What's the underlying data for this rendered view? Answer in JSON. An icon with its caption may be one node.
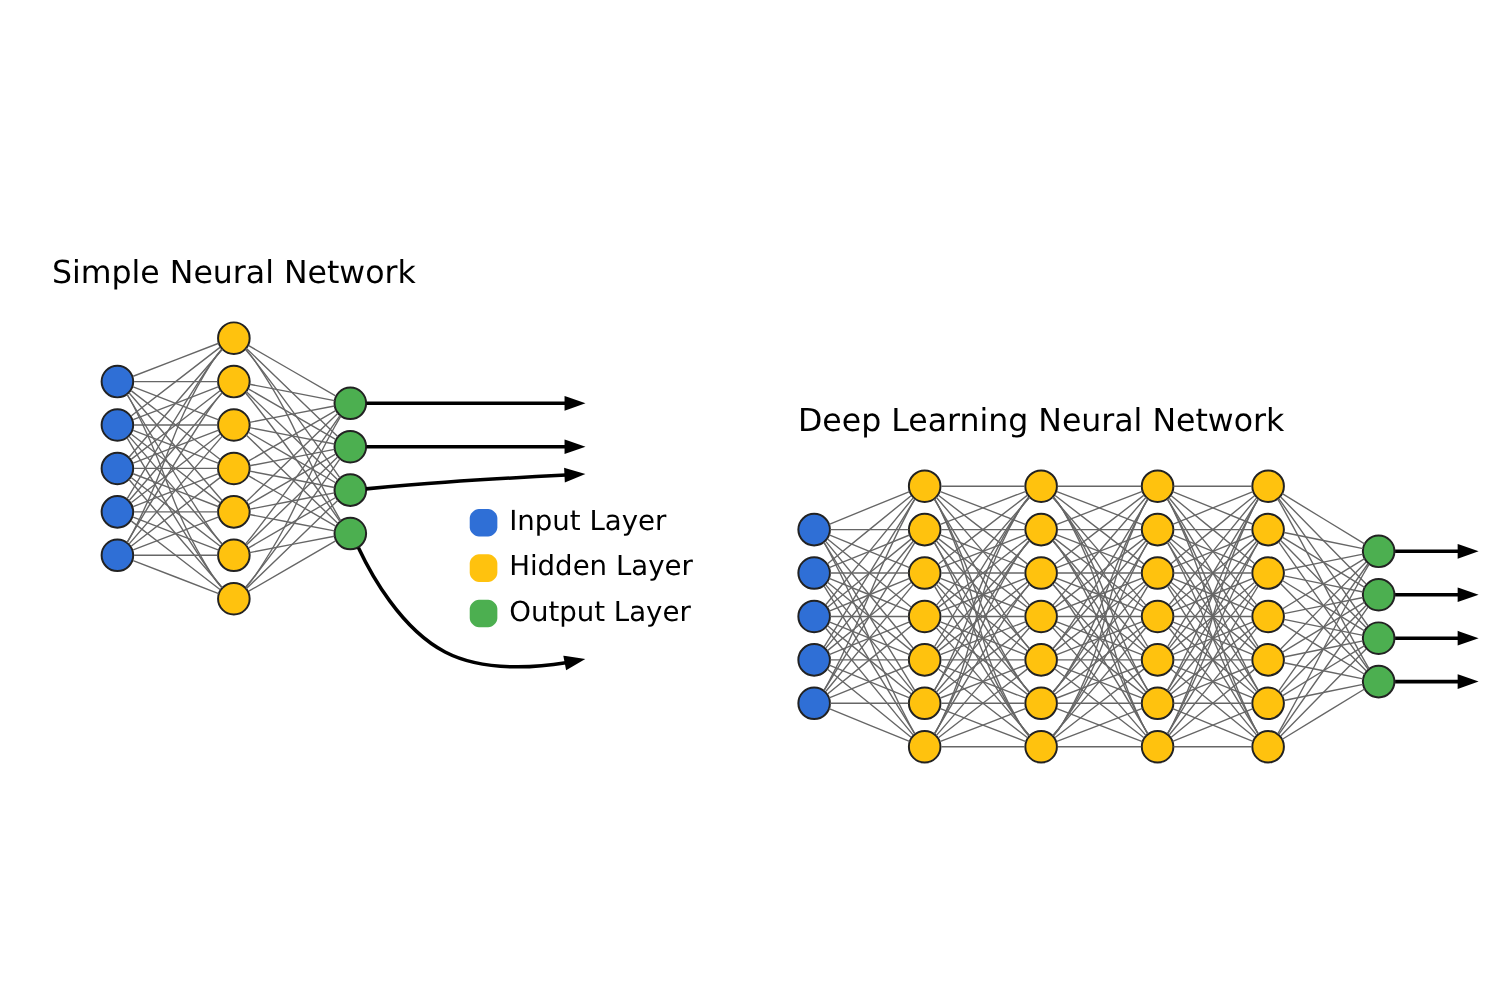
{
  "diagram": {
    "nodes": [
      {
        "text": [],
        "shape": "circle"
      },
      {
        "text": [],
        "shape": "circle"
      },
      {
        "text": [],
        "shape": "circle"
      },
      {
        "text": [],
        "shape": "circle"
      },
      {
        "text": [],
        "shape": "circle"
      },
      {
        "text": [],
        "shape": "circle"
      },
      {
        "text": [],
        "shape": "circle"
      },
      {
        "text": [],
        "shape": "circle"
      },
      {
        "text": [],
        "shape": "circle"
      },
      {
        "text": [],
        "shape": "circle"
      },
      {
        "text": [],
        "shape": "circle"
      },
      {
        "text": [],
        "shape": "circle"
      },
      {
        "text": [],
        "shape": "circle"
      },
      {
        "text": [],
        "shape": "circle"
      },
      {
        "text": [],
        "shape": "circle"
      },
      {
        "text": [],
        "shape": "circle"
      },
      {
        "text": [],
        "shape": "circle"
      },
      {
        "text": [],
        "shape": "circle"
      },
      {
        "text": [],
        "shape": "circle"
      },
      {
        "text": [],
        "shape": "circle"
      },
      {
        "text": [],
        "shape": "circle"
      },
      {
        "text": [],
        "shape": "circle"
      },
      {
        "text": [],
        "shape": "circle"
      },
      {
        "text": [],
        "shape": "circle"
      },
      {
        "text": [],
        "shape": "circle"
      },
      {
        "text": [],
        "shape": "circle"
      },
      {
        "text": [],
        "shape": "circle"
      },
      {
        "text": [],
        "shape": "circle"
      },
      {
        "text": [],
        "shape": "circle"
      },
      {
        "text": [],
        "shape": "circle"
      },
      {
        "text": [],
        "shape": "circle"
      },
      {
        "text": [],
        "shape": "circle"
      },
      {
        "text": [],
        "shape": "circle"
      },
      {
        "text": [],
        "shape": "circle"
      },
      {
        "text": [],
        "shape": "circle"
      },
      {
        "text": [],
        "shape": "circle"
      },
      {
        "text": [],
        "shape": "circle"
      },
      {
        "text": [],
        "shape": "circle"
      },
      {
        "text": [],
        "shape": "circle"
      },
      {
        "text": [],
        "shape": "circle"
      },
      {
        "text": [],
        "shape": "circle"
      },
      {
        "text": [],
        "shape": "circle"
      },
      {
        "text": [],
        "shape": "circle"
      },
      {
        "text": [],
        "shape": "circle"
      },
      {
        "text": [],
        "shape": "circle"
      },
      {
        "text": [],
        "shape": "circle"
      },
      {
        "text": [],
        "shape": "circle"
      },
      {
        "text": [],
        "shape": "circle"
      },
      {
        "text": [],
        "shape": "circle"
      },
      {
        "text": [],
        "shape": "circle"
      },
      {
        "text": [],
        "shape": "circle"
      },
      {
        "text": [],
        "shape": "circle"
      },
      {
        "text": [],
        "shape": "circle"
      }
    ],
    "edges": [
      {
        "from": 0,
        "to": 5,
        "arrow": "none"
      },
      {
        "from": 0,
        "to": 6,
        "arrow": "none"
      },
      {
        "from": 0,
        "to": 7,
        "arrow": "none"
      },
      {
        "from": 0,
        "to": 8,
        "arrow": "none"
      },
      {
        "from": 0,
        "to": 9,
        "arrow": "none"
      },
      {
        "from": 0,
        "to": 10,
        "arrow": "none"
      },
      {
        "from": 0,
        "to": 11,
        "arrow": "none"
      },
      {
        "from": 1,
        "to": 5,
        "arrow": "none"
      },
      {
        "from": 1,
        "to": 6,
        "arrow": "none"
      },
      {
        "from": 1,
        "to": 7,
        "arrow": "none"
      },
      {
        "from": 1,
        "to": 8,
        "arrow": "none"
      },
      {
        "from": 1,
        "to": 9,
        "arrow": "none"
      },
      {
        "from": 1,
        "to": 10,
        "arrow": "none"
      },
      {
        "from": 1,
        "to": 11,
        "arrow": "none"
      },
      {
        "from": 2,
        "to": 5,
        "arrow": "none"
      },
      {
        "from": 2,
        "to": 6,
        "arrow": "none"
      },
      {
        "from": 2,
        "to": 7,
        "arrow": "none"
      },
      {
        "from": 2,
        "to": 8,
        "arrow": "none"
      },
      {
        "from": 2,
        "to": 9,
        "arrow": "none"
      },
      {
        "from": 2,
        "to": 10,
        "arrow": "none"
      },
      {
        "from": 2,
        "to": 11,
        "arrow": "none"
      },
      {
        "from": 3,
        "to": 5,
        "arrow": "none"
      },
      {
        "from": 3,
        "to": 6,
        "arrow": "none"
      },
      {
        "from": 3,
        "to": 7,
        "arrow": "none"
      },
      {
        "from": 3,
        "to": 8,
        "arrow": "none"
      },
      {
        "from": 3,
        "to": 9,
        "arrow": "none"
      },
      {
        "from": 3,
        "to": 10,
        "arrow": "none"
      },
      {
        "from": 3,
        "to": 11,
        "arrow": "none"
      },
      {
        "from": 4,
        "to": 5,
        "arrow": "none"
      },
      {
        "from": 4,
        "to": 6,
        "arrow": "none"
      },
      {
        "from": 4,
        "to": 7,
        "arrow": "none"
      },
      {
        "from": 4,
        "to": 8,
        "arrow": "none"
      },
      {
        "from": 4,
        "to": 9,
        "arrow": "none"
      },
      {
        "from": 4,
        "to": 10,
        "arrow": "none"
      },
      {
        "from": 4,
        "to": 11,
        "arrow": "none"
      },
      {
        "from": 5,
        "to": 12,
        "arrow": "none"
      },
      {
        "from": 5,
        "to": 13,
        "arrow": "none"
      },
      {
        "from": 5,
        "to": 14,
        "arrow": "none"
      },
      {
        "from": 5,
        "to": 15,
        "arrow": "none"
      },
      {
        "from": 6,
        "to": 12,
        "arrow": "none"
      },
      {
        "from": 6,
        "to": 13,
        "arrow": "none"
      },
      {
        "from": 6,
        "to": 14,
        "arrow": "none"
      },
      {
        "from": 6,
        "to": 15,
        "arrow": "none"
      },
      {
        "from": 7,
        "to": 12,
        "arrow": "none"
      },
      {
        "from": 7,
        "to": 13,
        "arrow": "none"
      },
      {
        "from": 7,
        "to": 14,
        "arrow": "none"
      },
      {
        "from": 7,
        "to": 15,
        "arrow": "none"
      },
      {
        "from": 8,
        "to": 12,
        "arrow": "none"
      },
      {
        "from": 8,
        "to": 13,
        "arrow": "none"
      },
      {
        "from": 8,
        "to": 14,
        "arrow": "none"
      },
      {
        "from": 8,
        "to": 15,
        "arrow": "none"
      },
      {
        "from": 9,
        "to": 12,
        "arrow": "none"
      },
      {
        "from": 9,
        "to": 13,
        "arrow": "none"
      },
      {
        "from": 9,
        "to": 14,
        "arrow": "none"
      },
      {
        "from": 9,
        "to": 15,
        "arrow": "none"
      },
      {
        "from": 10,
        "to": 12,
        "arrow": "none"
      },
      {
        "from": 10,
        "to": 13,
        "arrow": "none"
      },
      {
        "from": 10,
        "to": 14,
        "arrow": "none"
      },
      {
        "from": 10,
        "to": 15,
        "arrow": "none"
      },
      {
        "from": 11,
        "to": 12,
        "arrow": "none"
      },
      {
        "from": 11,
        "to": 13,
        "arrow": "none"
      },
      {
        "from": 11,
        "to": 14,
        "arrow": "none"
      },
      {
        "from": 11,
        "to": 15,
        "arrow": "none"
      },
      {
        "from": 12,
        "to": null,
        "arrow": "to",
        "color": "#000000"
      },
      {
        "from": 13,
        "to": null,
        "arrow": "to",
        "color": "#000000"
      },
      {
        "from": 14,
        "to": null,
        "arrow": "to",
        "color": "#000000"
      },
      {
        "from": 15,
        "to": null,
        "arrow": "to",
        "color": "#000000"
      },
      {
        "from": 16,
        "to": 21,
        "arrow": "none"
      },
      {
        "from": 16,
        "to": 22,
        "arrow": "none"
      },
      {
        "from": 16,
        "to": 23,
        "arrow": "none"
      },
      {
        "from": 16,
        "to": 24,
        "arrow": "none"
      },
      {
        "from": 16,
        "to": 25,
        "arrow": "none"
      },
      {
        "from": 16,
        "to": 26,
        "arrow": "none"
      },
      {
        "from": 16,
        "to": 27,
        "arrow": "none"
      },
      {
        "from": 17,
        "to": 21,
        "arrow": "none"
      },
      {
        "from": 17,
        "to": 22,
        "arrow": "none"
      },
      {
        "from": 17,
        "to": 23,
        "arrow": "none"
      },
      {
        "from": 17,
        "to": 24,
        "arrow": "none"
      },
      {
        "from": 17,
        "to": 25,
        "arrow": "none"
      },
      {
        "from": 17,
        "to": 26,
        "arrow": "none"
      },
      {
        "from": 17,
        "to": 27,
        "arrow": "none"
      },
      {
        "from": 18,
        "to": 21,
        "arrow": "none"
      },
      {
        "from": 18,
        "to": 22,
        "arrow": "none"
      },
      {
        "from": 18,
        "to": 23,
        "arrow": "none"
      },
      {
        "from": 18,
        "to": 24,
        "arrow": "none"
      },
      {
        "from": 18,
        "to": 25,
        "arrow": "none"
      },
      {
        "from": 18,
        "to": 26,
        "arrow": "none"
      },
      {
        "from": 18,
        "to": 27,
        "arrow": "none"
      },
      {
        "from": 19,
        "to": 21,
        "arrow": "none"
      },
      {
        "from": 19,
        "to": 22,
        "arrow": "none"
      },
      {
        "from": 19,
        "to": 23,
        "arrow": "none"
      },
      {
        "from": 19,
        "to": 24,
        "arrow": "none"
      },
      {
        "from": 19,
        "to": 25,
        "arrow": "none"
      },
      {
        "from": 19,
        "to": 26,
        "arrow": "none"
      },
      {
        "from": 19,
        "to": 27,
        "arrow": "none"
      },
      {
        "from": 20,
        "to": 21,
        "arrow": "none"
      },
      {
        "from": 20,
        "to": 22,
        "arrow": "none"
      },
      {
        "from": 20,
        "to": 23,
        "arrow": "none"
      },
      {
        "from": 20,
        "to": 24,
        "arrow": "none"
      },
      {
        "from": 20,
        "to": 25,
        "arrow": "none"
      },
      {
        "from": 20,
        "to": 26,
        "arrow": "none"
      },
      {
        "from": 20,
        "to": 27,
        "arrow": "none"
      },
      {
        "from": 21,
        "to": 28,
        "arrow": "none"
      },
      {
        "from": 21,
        "to": 29,
        "arrow": "none"
      },
      {
        "from": 21,
        "to": 30,
        "arrow": "none"
      },
      {
        "from": 21,
        "to": 31,
        "arrow": "none"
      },
      {
        "from": 21,
        "to": 32,
        "arrow": "none"
      },
      {
        "from": 21,
        "to": 33,
        "arrow": "none"
      },
      {
        "from": 21,
        "to": 34,
        "arrow": "none"
      },
      {
        "from": 22,
        "to": 28,
        "arrow": "none"
      },
      {
        "from": 22,
        "to": 29,
        "arrow": "none"
      },
      {
        "from": 22,
        "to": 30,
        "arrow": "none"
      },
      {
        "from": 22,
        "to": 31,
        "arrow": "none"
      },
      {
        "from": 22,
        "to": 32,
        "arrow": "none"
      },
      {
        "from": 22,
        "to": 33,
        "arrow": "none"
      },
      {
        "from": 22,
        "to": 34,
        "arrow": "none"
      },
      {
        "from": 23,
        "to": 28,
        "arrow": "none"
      },
      {
        "from": 23,
        "to": 29,
        "arrow": "none"
      },
      {
        "from": 23,
        "to": 30,
        "arrow": "none"
      },
      {
        "from": 23,
        "to": 31,
        "arrow": "none"
      },
      {
        "from": 23,
        "to": 32,
        "arrow": "none"
      },
      {
        "from": 23,
        "to": 33,
        "arrow": "none"
      },
      {
        "from": 23,
        "to": 34,
        "arrow": "none"
      },
      {
        "from": 24,
        "to": 28,
        "arrow": "none"
      },
      {
        "from": 24,
        "to": 29,
        "arrow": "none"
      },
      {
        "from": 24,
        "to": 30,
        "arrow": "none"
      },
      {
        "from": 24,
        "to": 31,
        "arrow": "none"
      },
      {
        "from": 24,
        "to": 32,
        "arrow": "none"
      },
      {
        "from": 24,
        "to": 33,
        "arrow": "none"
      },
      {
        "from": 24,
        "to": 34,
        "arrow": "none"
      },
      {
        "from": 25,
        "to": 28,
        "arrow": "none"
      },
      {
        "from": 25,
        "to": 29,
        "arrow": "none"
      },
      {
        "from": 25,
        "to": 30,
        "arrow": "none"
      },
      {
        "from": 25,
        "to": 31,
        "arrow": "none"
      },
      {
        "from": 25,
        "to": 32,
        "arrow": "none"
      },
      {
        "from": 25,
        "to": 33,
        "arrow": "none"
      },
      {
        "from": 25,
        "to": 34,
        "arrow": "none"
      },
      {
        "from": 26,
        "to": 28,
        "arrow": "none"
      },
      {
        "from": 26,
        "to": 29,
        "arrow": "none"
      },
      {
        "from": 26,
        "to": 30,
        "arrow": "none"
      },
      {
        "from": 26,
        "to": 31,
        "arrow": "none"
      },
      {
        "from": 26,
        "to": 32,
        "arrow": "none"
      },
      {
        "from": 26,
        "to": 33,
        "arrow": "none"
      },
      {
        "from": 26,
        "to": 34,
        "arrow": "none"
      },
      {
        "from": 27,
        "to": 28,
        "arrow": "none"
      },
      {
        "from": 27,
        "to": 29,
        "arrow": "none"
      },
      {
        "from": 27,
        "to": 30,
        "arrow": "none"
      },
      {
        "from": 27,
        "to": 31,
        "arrow": "none"
      },
      {
        "from": 27,
        "to": 32,
        "arrow": "none"
      },
      {
        "from": 27,
        "to": 33,
        "arrow": "none"
      },
      {
        "from": 27,
        "to": 34,
        "arrow": "none"
      },
      {
        "from": 28,
        "to": 35,
        "arrow": "none"
      },
      {
        "from": 28,
        "to": 36,
        "arrow": "none"
      },
      {
        "from": 28,
        "to": 37,
        "arrow": "none"
      },
      {
        "from": 28,
        "to": 38,
        "arrow": "none"
      },
      {
        "from": 28,
        "to": 39,
        "arrow": "none"
      },
      {
        "from": 28,
        "to": 40,
        "arrow": "none"
      },
      {
        "from": 28,
        "to": 41,
        "arrow": "none"
      },
      {
        "from": 29,
        "to": 35,
        "arrow": "none"
      },
      {
        "from": 29,
        "to": 36,
        "arrow": "none"
      },
      {
        "from": 29,
        "to": 37,
        "arrow": "none"
      },
      {
        "from": 29,
        "to": 38,
        "arrow": "none"
      },
      {
        "from": 29,
        "to": 39,
        "arrow": "none"
      },
      {
        "from": 29,
        "to": 40,
        "arrow": "none"
      },
      {
        "from": 29,
        "to": 41,
        "arrow": "none"
      },
      {
        "from": 30,
        "to": 35,
        "arrow": "none"
      },
      {
        "from": 30,
        "to": 36,
        "arrow": "none"
      },
      {
        "from": 30,
        "to": 37,
        "arrow": "none"
      },
      {
        "from": 30,
        "to": 38,
        "arrow": "none"
      },
      {
        "from": 30,
        "to": 39,
        "arrow": "none"
      },
      {
        "from": 30,
        "to": 40,
        "arrow": "none"
      },
      {
        "from": 30,
        "to": 41,
        "arrow": "none"
      },
      {
        "from": 31,
        "to": 35,
        "arrow": "none"
      },
      {
        "from": 31,
        "to": 36,
        "arrow": "none"
      },
      {
        "from": 31,
        "to": 37,
        "arrow": "none"
      },
      {
        "from": 31,
        "to": 38,
        "arrow": "none"
      },
      {
        "from": 31,
        "to": 39,
        "arrow": "none"
      },
      {
        "from": 31,
        "to": 40,
        "arrow": "none"
      },
      {
        "from": 31,
        "to": 41,
        "arrow": "none"
      },
      {
        "from": 32,
        "to": 35,
        "arrow": "none"
      },
      {
        "from": 32,
        "to": 36,
        "arrow": "none"
      },
      {
        "from": 32,
        "to": 37,
        "arrow": "none"
      },
      {
        "from": 32,
        "to": 38,
        "arrow": "none"
      },
      {
        "from": 32,
        "to": 39,
        "arrow": "none"
      },
      {
        "from": 32,
        "to": 40,
        "arrow": "none"
      },
      {
        "from": 32,
        "to": 41,
        "arrow": "none"
      },
      {
        "from": 33,
        "to": 35,
        "arrow": "none"
      },
      {
        "from": 33,
        "to": 36,
        "arrow": "none"
      },
      {
        "from": 33,
        "to": 37,
        "arrow": "none"
      },
      {
        "from": 33,
        "to": 38,
        "arrow": "none"
      },
      {
        "from": 33,
        "to": 39,
        "arrow": "none"
      },
      {
        "from": 33,
        "to": 40,
        "arrow": "none"
      },
      {
        "from": 33,
        "to": 41,
        "arrow": "none"
      },
      {
        "from": 34,
        "to": 35,
        "arrow": "none"
      },
      {
        "from": 34,
        "to": 36,
        "arrow": "none"
      },
      {
        "from": 34,
        "to": 37,
        "arrow": "none"
      },
      {
        "from": 34,
        "to": 38,
        "arrow": "none"
      },
      {
        "from": 34,
        "to": 39,
        "arrow": "none"
      },
      {
        "from": 34,
        "to": 40,
        "arrow": "none"
      },
      {
        "from": 34,
        "to": 41,
        "arrow": "none"
      },
      {
        "from": 35,
        "to": 42,
        "arrow": "none"
      },
      {
        "from": 35,
        "to": 43,
        "arrow": "none"
      },
      {
        "from": 35,
        "to": 44,
        "arrow": "none"
      },
      {
        "from": 35,
        "to": 45,
        "arrow": "none"
      },
      {
        "from": 35,
        "to": 46,
        "arrow": "none"
      },
      {
        "from": 35,
        "to": 47,
        "arrow": "none"
      },
      {
        "from": 35,
        "to": 48,
        "arrow": "none"
      },
      {
        "from": 36,
        "to": 42,
        "arrow": "none"
      },
      {
        "from": 36,
        "to": 43,
        "arrow": "none"
      },
      {
        "from": 36,
        "to": 44,
        "arrow": "none"
      },
      {
        "from": 36,
        "to": 45,
        "arrow": "none"
      },
      {
        "from": 36,
        "to": 46,
        "arrow": "none"
      },
      {
        "from": 36,
        "to": 47,
        "arrow": "none"
      },
      {
        "from": 36,
        "to": 48,
        "arrow": "none"
      },
      {
        "from": 37,
        "to": 42,
        "arrow": "none"
      },
      {
        "from": 37,
        "to": 43,
        "arrow": "none"
      },
      {
        "from": 37,
        "to": 44,
        "arrow": "none"
      },
      {
        "from": 37,
        "to": 45,
        "arrow": "none"
      },
      {
        "from": 37,
        "to": 46,
        "arrow": "none"
      },
      {
        "from": 37,
        "to": 47,
        "arrow": "none"
      },
      {
        "from": 37,
        "to": 48,
        "arrow": "none"
      },
      {
        "from": 38,
        "to": 42,
        "arrow": "none"
      },
      {
        "from": 38,
        "to": 43,
        "arrow": "none"
      },
      {
        "from": 38,
        "to": 44,
        "arrow": "none"
      },
      {
        "from": 38,
        "to": 45,
        "arrow": "none"
      },
      {
        "from": 38,
        "to": 46,
        "arrow": "none"
      },
      {
        "from": 38,
        "to": 47,
        "arrow": "none"
      },
      {
        "from": 38,
        "to": 48,
        "arrow": "none"
      },
      {
        "from": 39,
        "to": 42,
        "arrow": "none"
      },
      {
        "from": 39,
        "to": 43,
        "arrow": "none"
      },
      {
        "from": 39,
        "to": 44,
        "arrow": "none"
      },
      {
        "from": 39,
        "to": 45,
        "arrow": "none"
      },
      {
        "from": 39,
        "to": 46,
        "arrow": "none"
      },
      {
        "from": 39,
        "to": 47,
        "arrow": "none"
      },
      {
        "from": 39,
        "to": 48,
        "arrow": "none"
      },
      {
        "from": 40,
        "to": 42,
        "arrow": "none"
      },
      {
        "from": 40,
        "to": 43,
        "arrow": "none"
      },
      {
        "from": 40,
        "to": 44,
        "arrow": "none"
      },
      {
        "from": 40,
        "to": 45,
        "arrow": "none"
      },
      {
        "from": 40,
        "to": 46,
        "arrow": "none"
      },
      {
        "from": 40,
        "to": 47,
        "arrow": "none"
      },
      {
        "from": 40,
        "to": 48,
        "arrow": "none"
      },
      {
        "from": 41,
        "to": 42,
        "arrow": "none"
      },
      {
        "from": 41,
        "to": 43,
        "arrow": "none"
      },
      {
        "from": 41,
        "to": 44,
        "arrow": "none"
      },
      {
        "from": 41,
        "to": 45,
        "arrow": "none"
      },
      {
        "from": 41,
        "to": 46,
        "arrow": "none"
      },
      {
        "from": 41,
        "to": 47,
        "arrow": "none"
      },
      {
        "from": 41,
        "to": 48,
        "arrow": "none"
      },
      {
        "from": 42,
        "to": 49,
        "arrow": "none"
      },
      {
        "from": 42,
        "to": 50,
        "arrow": "none"
      },
      {
        "from": 42,
        "to": 51,
        "arrow": "none"
      },
      {
        "from": 42,
        "to": 52,
        "arrow": "none"
      },
      {
        "from": 43,
        "to": 49,
        "arrow": "none"
      },
      {
        "from": 43,
        "to": 50,
        "arrow": "none"
      },
      {
        "from": 43,
        "to": 51,
        "arrow": "none"
      },
      {
        "from": 43,
        "to": 52,
        "arrow": "none"
      },
      {
        "from": 44,
        "to": 49,
        "arrow": "none"
      },
      {
        "from": 44,
        "to": 50,
        "arrow": "none"
      },
      {
        "from": 44,
        "to": 51,
        "arrow": "none"
      },
      {
        "from": 44,
        "to": 52,
        "arrow": "none"
      },
      {
        "from": 45,
        "to": 49,
        "arrow": "none"
      },
      {
        "from": 45,
        "to": 50,
        "arrow": "none"
      },
      {
        "from": 45,
        "to": 51,
        "arrow": "none"
      },
      {
        "from": 45,
        "to": 52,
        "arrow": "none"
      },
      {
        "from": 46,
        "to": 49,
        "arrow": "none"
      },
      {
        "from": 46,
        "to": 50,
        "arrow": "none"
      },
      {
        "from": 46,
        "to": 51,
        "arrow": "none"
      },
      {
        "from": 46,
        "to": 52,
        "arrow": "none"
      },
      {
        "from": 47,
        "to": 49,
        "arrow": "none"
      },
      {
        "from": 47,
        "to": 50,
        "arrow": "none"
      },
      {
        "from": 47,
        "to": 51,
        "arrow": "none"
      },
      {
        "from": 47,
        "to": 52,
        "arrow": "none"
      },
      {
        "from": 48,
        "to": 49,
        "arrow": "none"
      },
      {
        "from": 48,
        "to": 50,
        "arrow": "none"
      },
      {
        "from": 48,
        "to": 51,
        "arrow": "none"
      },
      {
        "from": 48,
        "to": 52,
        "arrow": "none"
      },
      {
        "from": 49,
        "to": null,
        "arrow": "to",
        "color": "#000000"
      },
      {
        "from": 50,
        "to": null,
        "arrow": "to",
        "color": "#000000"
      },
      {
        "from": 51,
        "to": null,
        "arrow": "to",
        "color": "#000000"
      },
      {
        "from": 52,
        "to": null,
        "arrow": "to",
        "color": "#000000"
      }
    ],
    "labels": [
      "Simple Neural Network",
      "Deep Learning Neural Network"
    ],
    "legend": [
      {
        "text": "Input Layer",
        "color": "#2f6fd6"
      },
      {
        "text": "Hidden Layer",
        "color": "#ffc20e"
      },
      {
        "text": "Output Layer",
        "color": "#4caf50"
      }
    ]
  }
}
